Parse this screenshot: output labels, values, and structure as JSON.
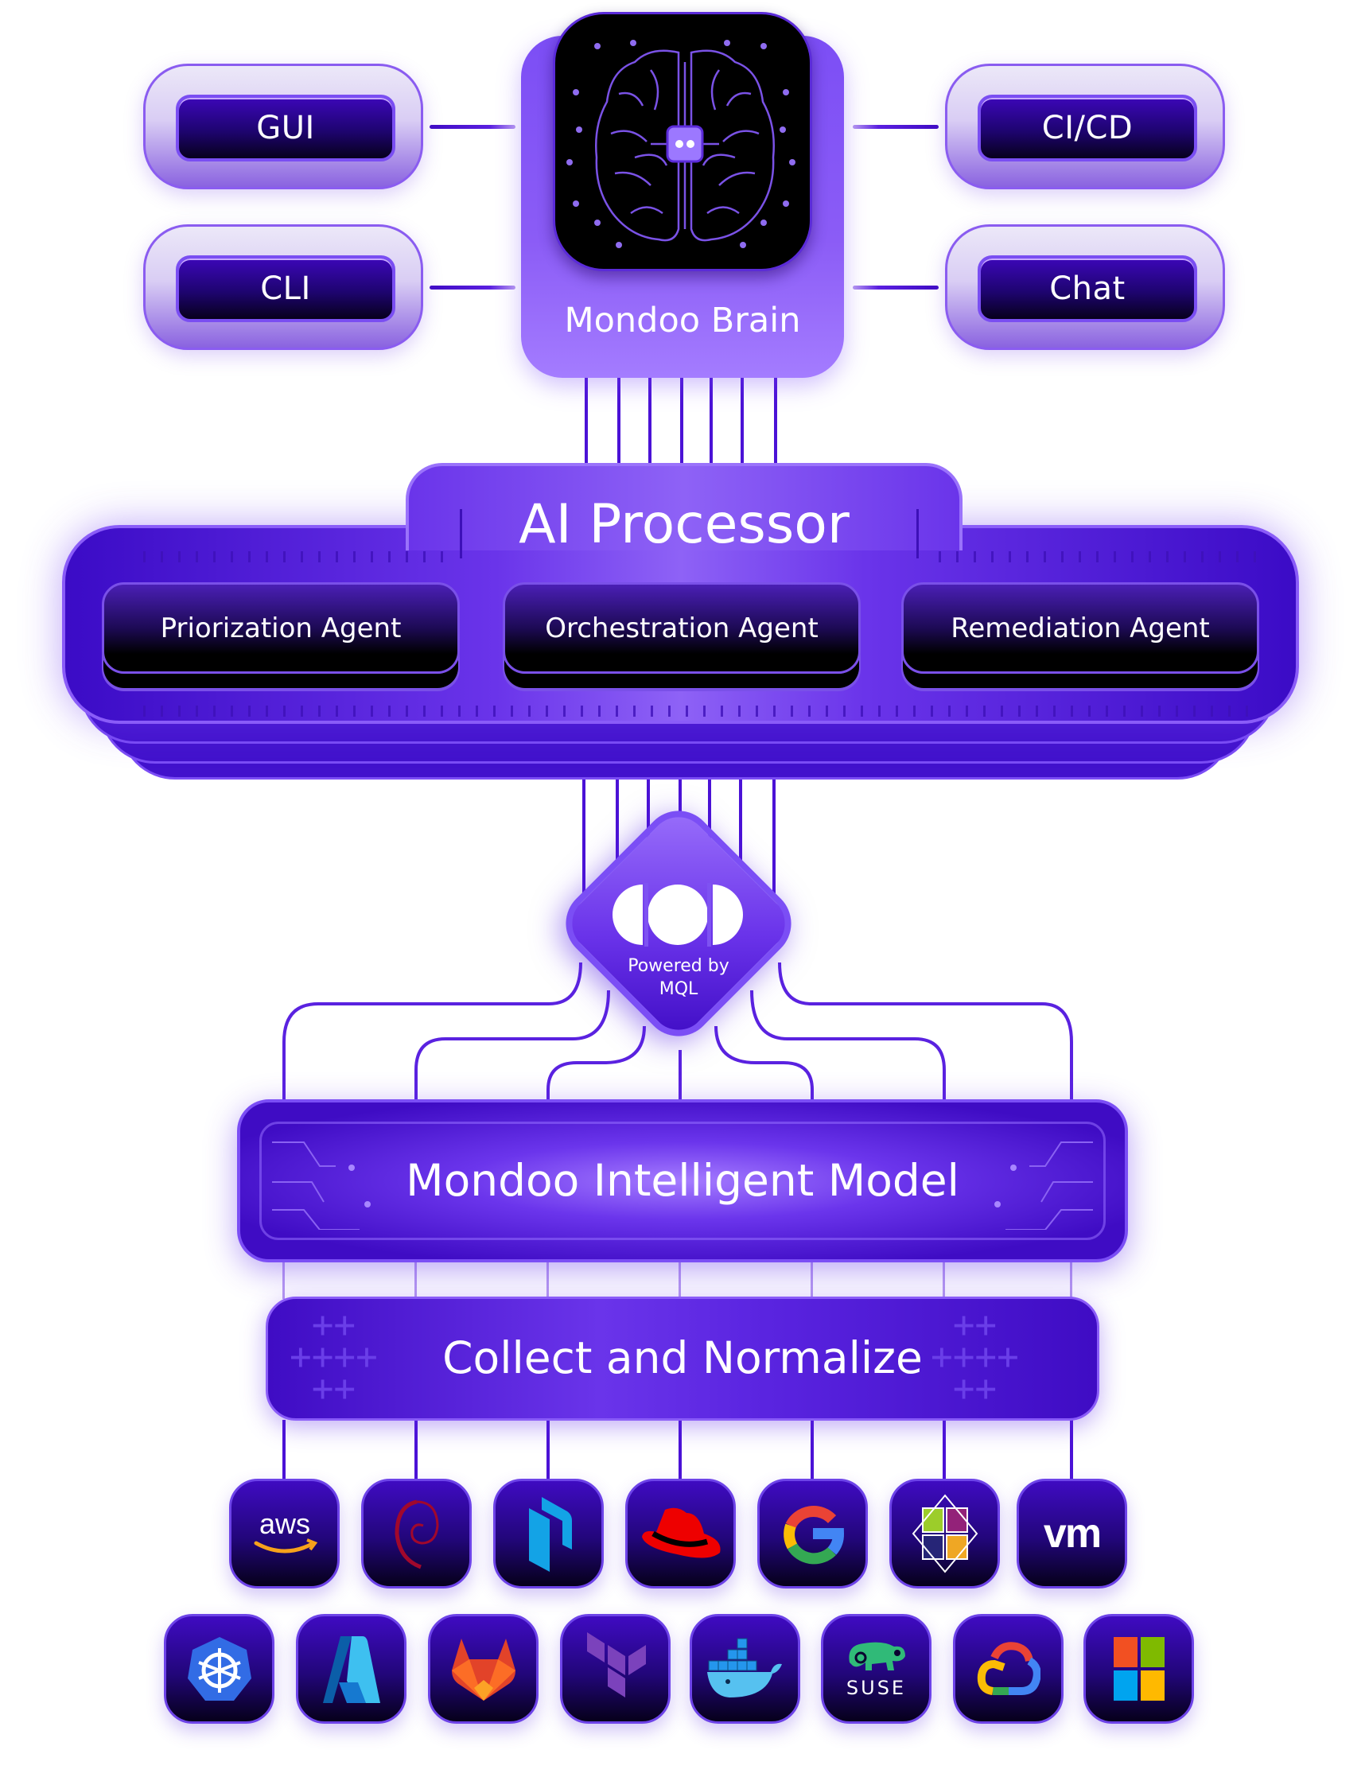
{
  "interfaces": {
    "left": [
      {
        "label": "GUI"
      },
      {
        "label": "CLI"
      }
    ],
    "right": [
      {
        "label": "CI/CD"
      },
      {
        "label": "Chat"
      }
    ]
  },
  "brain": {
    "label": "Mondoo Brain",
    "icon": "brain-circuit-icon"
  },
  "processor": {
    "title": "AI Processor",
    "agents": [
      {
        "label": "Priorization Agent"
      },
      {
        "label": "Orchestration Agent"
      },
      {
        "label": "Remediation Agent"
      }
    ]
  },
  "mql": {
    "line1": "Powered by",
    "line2": "MQL",
    "icon": "mondoo-logo-icon"
  },
  "model": {
    "title": "Mondoo Intelligent Model"
  },
  "collect": {
    "title": "Collect and Normalize"
  },
  "integrations": {
    "row1": [
      {
        "name": "aws",
        "label": "aws"
      },
      {
        "name": "debian"
      },
      {
        "name": "packer"
      },
      {
        "name": "redhat"
      },
      {
        "name": "google"
      },
      {
        "name": "centos"
      },
      {
        "name": "vmware",
        "label": "vm"
      }
    ],
    "row2": [
      {
        "name": "kubernetes"
      },
      {
        "name": "azure"
      },
      {
        "name": "gitlab"
      },
      {
        "name": "terraform"
      },
      {
        "name": "docker"
      },
      {
        "name": "suse",
        "label": "SUSE"
      },
      {
        "name": "google-cloud"
      },
      {
        "name": "microsoft"
      }
    ]
  },
  "colors": {
    "accent": "#7b4ef5",
    "deep": "#3f0cc4",
    "dark": "#06001a",
    "light": "#a47cff"
  }
}
